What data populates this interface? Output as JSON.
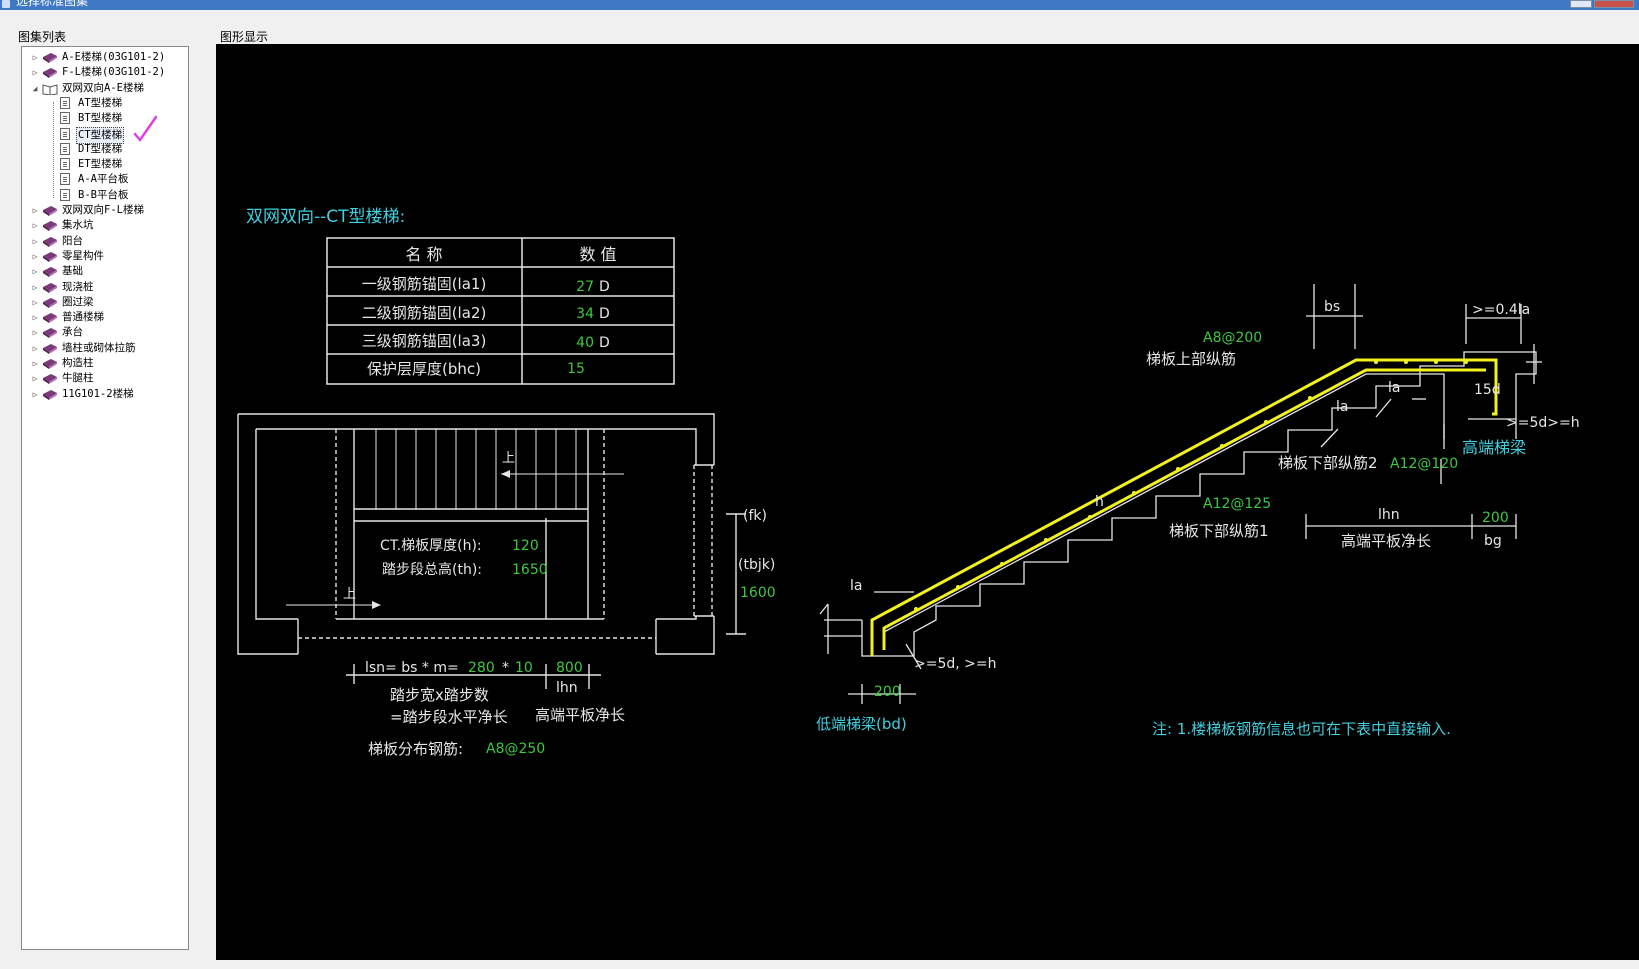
{
  "window": {
    "title": "选择标准图集"
  },
  "left_panel": {
    "label": "图集列表"
  },
  "right_panel": {
    "label": "图形显示"
  },
  "tree": {
    "items": [
      {
        "label": "A-E楼梯(03G101-2)",
        "level": 0,
        "expander": "▷",
        "icon": "book-icon"
      },
      {
        "label": "F-L楼梯(03G101-2)",
        "level": 0,
        "expander": "▷",
        "icon": "book-icon"
      },
      {
        "label": "双网双向A-E楼梯",
        "level": 0,
        "expander": "◢",
        "icon": "open-book-icon"
      },
      {
        "label": "AT型楼梯",
        "level": 1,
        "icon": "page-icon"
      },
      {
        "label": "BT型楼梯",
        "level": 1,
        "icon": "page-icon"
      },
      {
        "label": "CT型楼梯",
        "level": 1,
        "icon": "page-icon",
        "selected": true
      },
      {
        "label": "DT型楼梯",
        "level": 1,
        "icon": "page-icon"
      },
      {
        "label": "ET型楼梯",
        "level": 1,
        "icon": "page-icon"
      },
      {
        "label": "A-A平台板",
        "level": 1,
        "icon": "page-icon"
      },
      {
        "label": "B-B平台板",
        "level": 1,
        "icon": "page-icon"
      },
      {
        "label": "双网双向F-L楼梯",
        "level": 0,
        "expander": "▷",
        "icon": "book-icon"
      },
      {
        "label": "集水坑",
        "level": 0,
        "expander": "▷",
        "icon": "book-icon"
      },
      {
        "label": "阳台",
        "level": 0,
        "expander": "▷",
        "icon": "book-icon"
      },
      {
        "label": "零星构件",
        "level": 0,
        "expander": "▷",
        "icon": "book-icon"
      },
      {
        "label": "基础",
        "level": 0,
        "expander": "▷",
        "icon": "book-icon"
      },
      {
        "label": "现浇桩",
        "level": 0,
        "expander": "▷",
        "icon": "book-icon"
      },
      {
        "label": "圈过梁",
        "level": 0,
        "expander": "▷",
        "icon": "book-icon"
      },
      {
        "label": "普通楼梯",
        "level": 0,
        "expander": "▷",
        "icon": "book-icon"
      },
      {
        "label": "承台",
        "level": 0,
        "expander": "▷",
        "icon": "book-icon"
      },
      {
        "label": "墙柱或砌体拉筋",
        "level": 0,
        "expander": "▷",
        "icon": "book-icon"
      },
      {
        "label": "构造柱",
        "level": 0,
        "expander": "▷",
        "icon": "book-icon"
      },
      {
        "label": "牛腿柱",
        "level": 0,
        "expander": "▷",
        "icon": "book-icon"
      },
      {
        "label": "11G101-2楼梯",
        "level": 0,
        "expander": "▷",
        "icon": "book-icon"
      }
    ]
  },
  "colors": {
    "cyan": "#3fd0e0",
    "green": "#3ec83e",
    "white": "#e6e6e6",
    "yellow": "#f2f21e",
    "book": "#7a3a7a",
    "check": "#e040e0"
  },
  "drawing": {
    "title": "双网双向--CT型楼梯:",
    "table": {
      "headers": [
        "名 称",
        "数 值"
      ],
      "rows": [
        {
          "name": "一级钢筋锚固(la1)",
          "value": "27",
          "unit": "D"
        },
        {
          "name": "二级钢筋锚固(la2)",
          "value": "34",
          "unit": "D"
        },
        {
          "name": "三级钢筋锚固(la3)",
          "value": "40",
          "unit": "D"
        },
        {
          "name": "保护层厚度(bhc)",
          "value": "15",
          "unit": ""
        }
      ]
    },
    "plan": {
      "up_label": "上",
      "thickness_label": "CT.梯板厚度(h):",
      "thickness_value": "120",
      "height_label": "踏步段总高(th):",
      "height_value": "1650",
      "fk": "(fk)",
      "tbjk": "(tbjk)",
      "tbjk_value": "1600",
      "lsn_label": "lsn= bs * m=",
      "bs_value": "280",
      "times": "*",
      "m_value": "10",
      "lhn_value": "800",
      "lhn_label": "lhn",
      "desc1": "踏步宽x踏步数",
      "desc2": "=踏步段水平净长",
      "desc3": "高端平板净长",
      "dist_label": "梯板分布钢筋:",
      "dist_value": "A8@250"
    },
    "section": {
      "top_bar_value": "A8@200",
      "top_bar_label": "梯板上部纵筋",
      "bs": "bs",
      "ge04la": ">=0.4la",
      "la": "la",
      "d15": "15d",
      "ge5d": ">=5d>=h",
      "high_beam": "高端梯梁",
      "bottom2_label": "梯板下部纵筋2",
      "bottom2_value": "A12@120",
      "h": "h",
      "bottom1_value": "A12@125",
      "bottom1_label": "梯板下部纵筋1",
      "lhn": "lhn",
      "lhn_desc": "高端平板净长",
      "bg_value": "200",
      "bg": "bg",
      "ge5dh": ">=5d, >=h",
      "bd_value": "200",
      "low_beam": "低端梯梁(bd)",
      "note": "注: 1.楼梯板钢筋信息也可在下表中直接输入."
    }
  }
}
